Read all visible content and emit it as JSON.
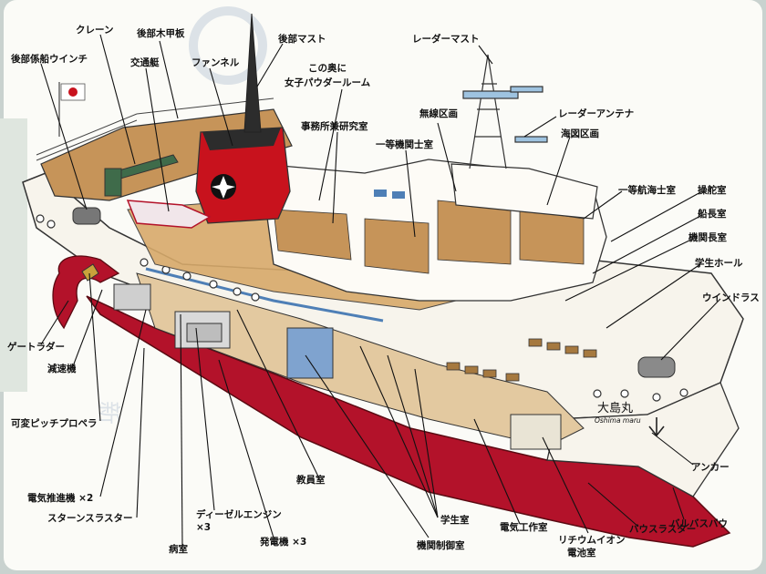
{
  "colors": {
    "hull_red": "#b3122a",
    "deck_wood": "#c69459",
    "board": "#fbfbf7",
    "hull_white": "#f7f4ec",
    "funnel_red": "#c8121d",
    "window_blue": "#4e7fb6"
  },
  "ship_name": {
    "kanji": "大島丸",
    "romaji": "Oshima maru"
  },
  "labels": {
    "aft_winch": "後部係船ウインチ",
    "crane": "クレーン",
    "aft_wood_deck": "後部木甲板",
    "liaison_boat": "交通艇",
    "funnel": "ファンネル",
    "aft_mast": "後部マスト",
    "womens_powder_room": "この奥に\n女子パウダールーム",
    "radar_mast": "レーダーマスト",
    "radio_room": "無線区画",
    "radar_antenna": "レーダーアンテナ",
    "office_lab": "事務所兼研究室",
    "first_engineer": "一等機関士室",
    "chart_room": "海図区画",
    "first_officer": "一等航海士室",
    "steering_room": "操舵室",
    "captain_room": "船長室",
    "chief_engineer": "機関長室",
    "student_hall": "学生ホール",
    "windlass": "ウインドラス",
    "gate_rudder": "ゲートラダー",
    "reducer": "減速機",
    "cpp": "可変ピッチプロペラ",
    "electric_motor": "電気推進機 ×2",
    "stern_thruster": "スターンスラスター",
    "sickbay": "病室",
    "diesel_engine": "ディーゼルエンジン\n×3",
    "generator": "発電機 ×3",
    "staff_room": "教員室",
    "student_room": "学生室",
    "engine_control": "機関制御室",
    "workshop": "電気工作室",
    "battery_room": "リチウムイオン\n電池室",
    "bow_thruster": "バウスラスター",
    "anchor": "アンカー",
    "bulbous_bow": "バルバスバウ"
  }
}
